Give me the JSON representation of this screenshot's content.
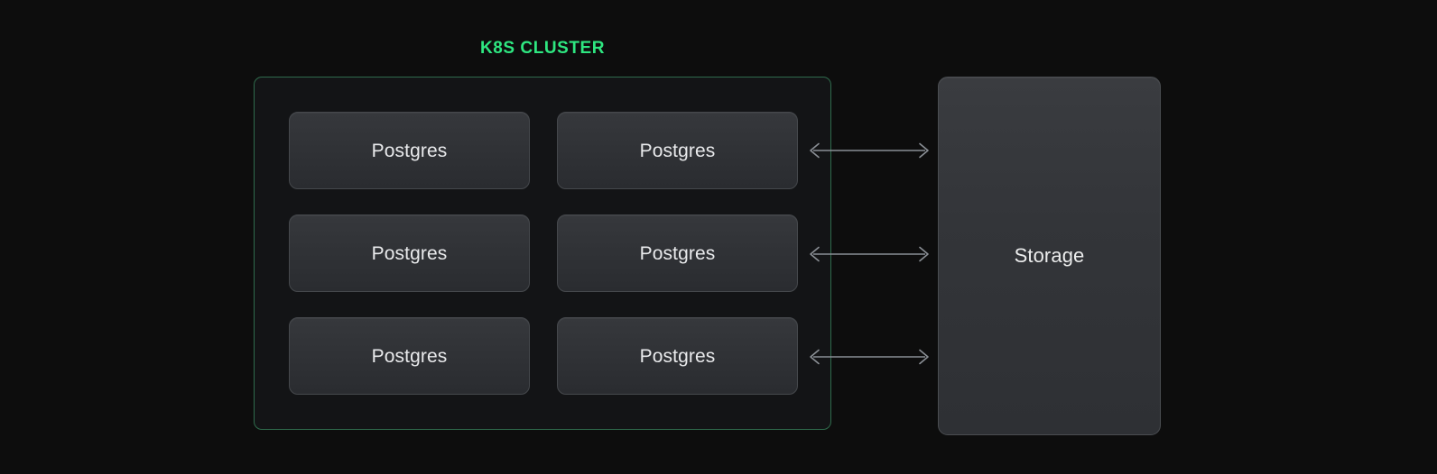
{
  "diagram": {
    "background_color": "#0d0d0d",
    "cluster": {
      "title": "K8S CLUSTER",
      "title_color": "#2ee680",
      "border_color": "#2f6b4c",
      "fill_color": "#131416",
      "pods": [
        {
          "label": "Postgres"
        },
        {
          "label": "Postgres"
        },
        {
          "label": "Postgres"
        },
        {
          "label": "Postgres"
        },
        {
          "label": "Postgres"
        },
        {
          "label": "Postgres"
        }
      ]
    },
    "connections": [
      {
        "name": "pod-row-1-to-storage",
        "direction": "bidirectional",
        "color": "#8a8f95"
      },
      {
        "name": "pod-row-2-to-storage",
        "direction": "bidirectional",
        "color": "#8a8f95"
      },
      {
        "name": "pod-row-3-to-storage",
        "direction": "bidirectional",
        "color": "#8a8f95"
      }
    ],
    "storage": {
      "label": "Storage",
      "fill_color": "#33353a",
      "border_color": "#4a4d51"
    }
  }
}
